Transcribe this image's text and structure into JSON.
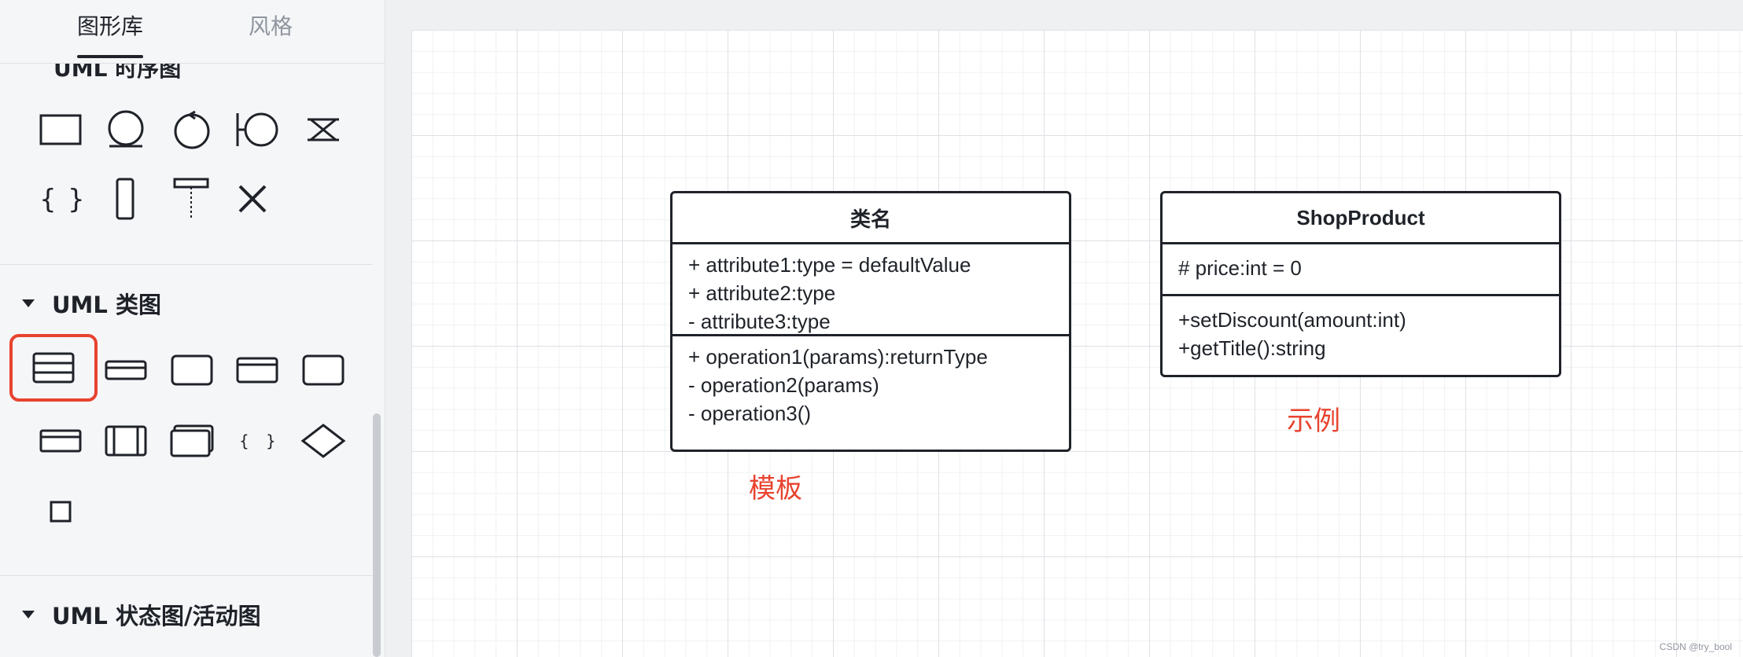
{
  "sidebar": {
    "tabs": [
      {
        "label": "图形库"
      },
      {
        "label": "风格"
      }
    ],
    "partial_section_title": "UML 时序图",
    "sections": [
      {
        "title": "UML 类图"
      },
      {
        "title": "UML 状态图/活动图"
      }
    ],
    "selected_shape": "uml-class-shape"
  },
  "canvas": {
    "template_class": {
      "name": "类名",
      "attributes": [
        "+ attribute1:type = defaultValue",
        "+ attribute2:type",
        "- attribute3:type"
      ],
      "operations": [
        "+ operation1(params):returnType",
        "- operation2(params)",
        "- operation3()"
      ]
    },
    "example_class": {
      "name": "ShopProduct",
      "attributes": [
        "# price:int = 0"
      ],
      "operations": [
        "+setDiscount(amount:int)",
        "+getTitle():string"
      ]
    },
    "template_label": "模板",
    "example_label": "示例",
    "accent_color": "#e8432f"
  },
  "watermark": "CSDN @try_bool"
}
